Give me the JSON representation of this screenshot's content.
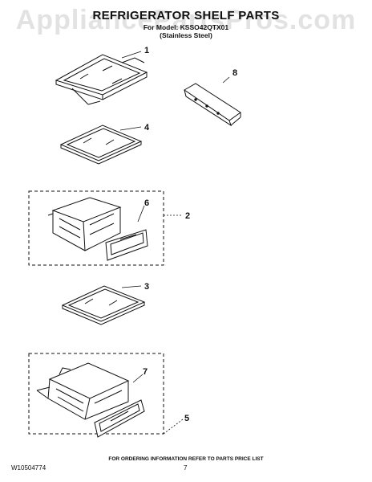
{
  "watermark": "AppliancePartsPros.com",
  "title": "REFRIGERATOR SHELF PARTS",
  "subtitle_model": "For Model: KSSO42QTX01",
  "subtitle_finish": "(Stainless Steel)",
  "callouts": [
    "1",
    "8",
    "4",
    "6",
    "2",
    "3",
    "7",
    "5"
  ],
  "footer": {
    "note": "FOR ORDERING INFORMATION REFER TO PARTS PRICE LIST",
    "doc_number": "W10504774",
    "page_number": "7"
  }
}
